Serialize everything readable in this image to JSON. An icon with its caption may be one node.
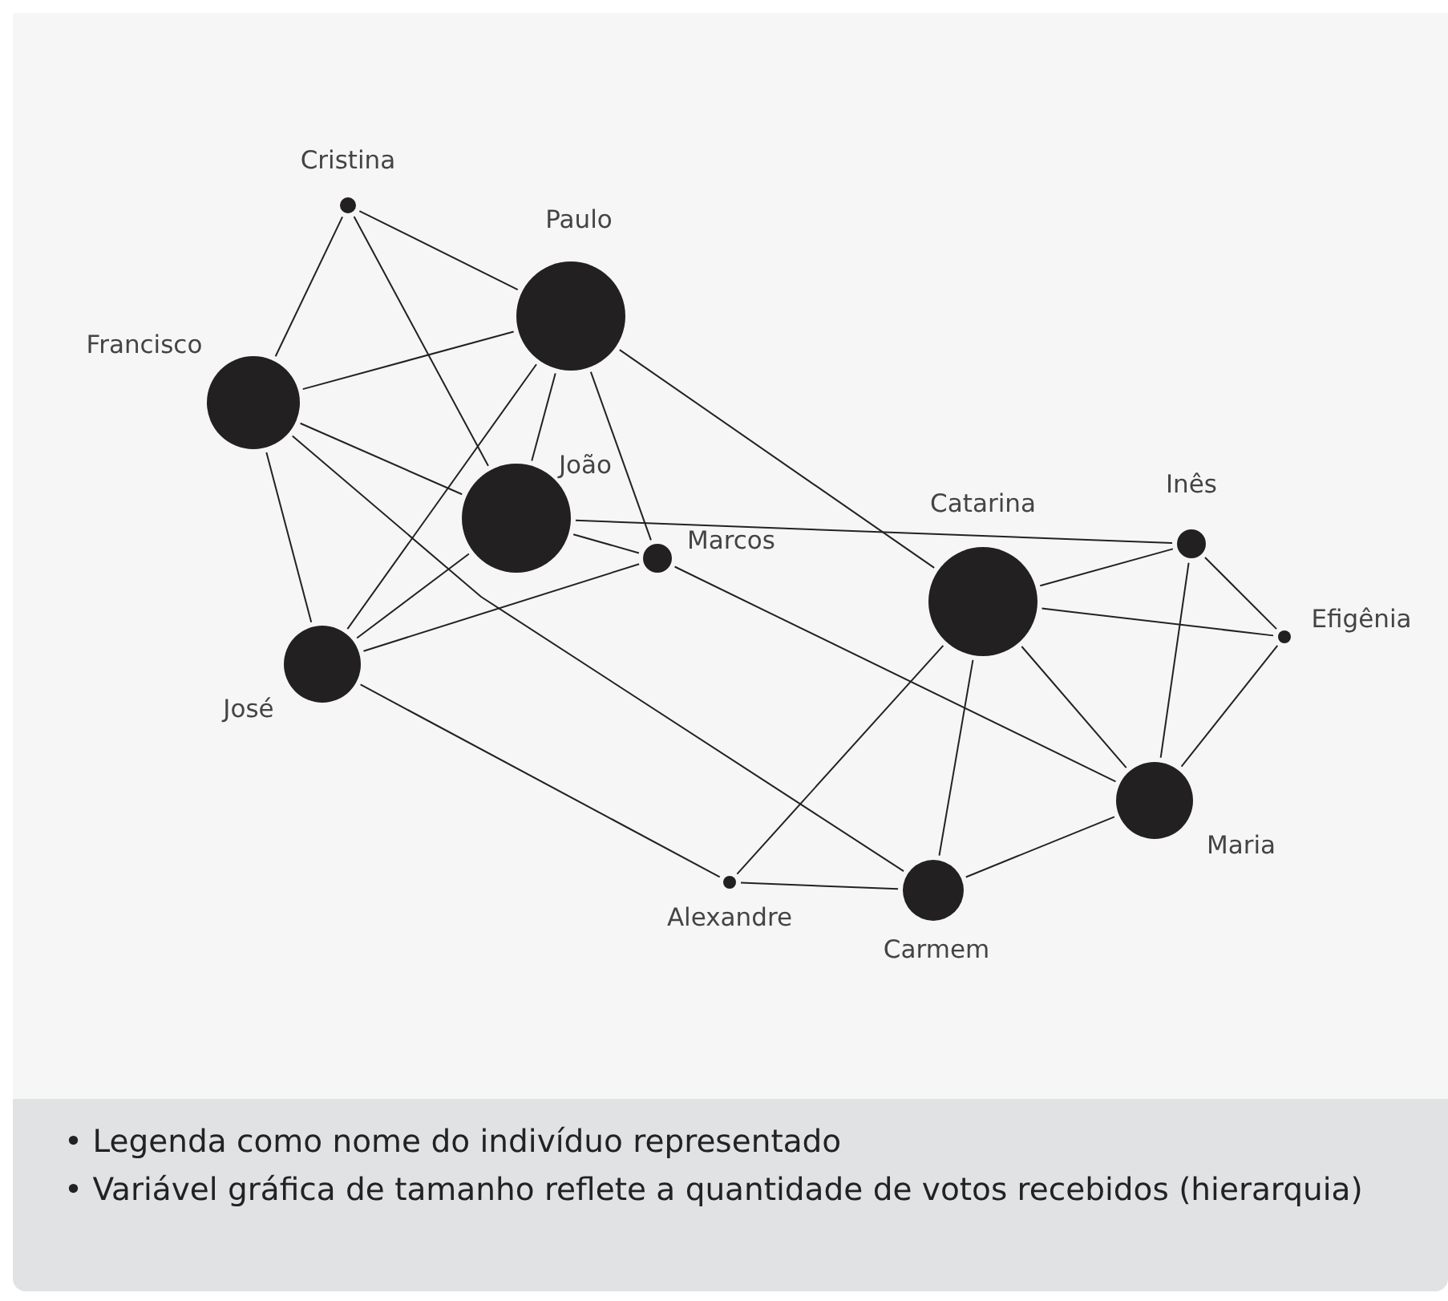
{
  "diagram": {
    "nodes": [
      {
        "text": [
          "Cristina"
        ]
      },
      {
        "text": [
          "Paulo"
        ]
      },
      {
        "text": [
          "Francisco"
        ]
      },
      {
        "text": [
          "João"
        ]
      },
      {
        "text": [
          "Marcos"
        ]
      },
      {
        "text": [
          "José"
        ]
      },
      {
        "text": [
          "Catarina"
        ]
      },
      {
        "text": [
          "Inês"
        ]
      },
      {
        "text": [
          "Efigênia"
        ]
      },
      {
        "text": [
          "Maria"
        ]
      },
      {
        "text": [
          "Alexandre"
        ]
      },
      {
        "text": [
          "Carmem"
        ]
      }
    ],
    "edges": [
      {
        "from": 0,
        "to": 2,
        "arrow": "none"
      },
      {
        "from": 0,
        "to": 3,
        "arrow": "none"
      },
      {
        "from": 0,
        "to": 1,
        "arrow": "none"
      },
      {
        "from": 1,
        "to": 2,
        "arrow": "none"
      },
      {
        "from": 1,
        "to": 3,
        "arrow": "none"
      },
      {
        "from": 1,
        "to": 5,
        "arrow": "none"
      },
      {
        "from": 1,
        "to": 4,
        "arrow": "none"
      },
      {
        "from": 1,
        "to": 6,
        "arrow": "none"
      },
      {
        "from": 2,
        "to": 3,
        "arrow": "none"
      },
      {
        "from": 2,
        "to": 5,
        "arrow": "none"
      },
      {
        "from": 2,
        "to": 11,
        "arrow": "none"
      },
      {
        "from": 3,
        "to": 7,
        "arrow": "none"
      },
      {
        "from": 3,
        "to": 4,
        "arrow": "none"
      },
      {
        "from": 3,
        "to": 5,
        "arrow": "none"
      },
      {
        "from": 4,
        "to": 5,
        "arrow": "none"
      },
      {
        "from": 4,
        "to": 9,
        "arrow": "none"
      },
      {
        "from": 5,
        "to": 10,
        "arrow": "none"
      },
      {
        "from": 6,
        "to": 7,
        "arrow": "none"
      },
      {
        "from": 6,
        "to": 8,
        "arrow": "none"
      },
      {
        "from": 6,
        "to": 9,
        "arrow": "none"
      },
      {
        "from": 6,
        "to": 11,
        "arrow": "none"
      },
      {
        "from": 6,
        "to": 10,
        "arrow": "none"
      },
      {
        "from": 7,
        "to": 8,
        "arrow": "none"
      },
      {
        "from": 7,
        "to": 9,
        "arrow": "none"
      },
      {
        "from": 8,
        "to": 9,
        "arrow": "none"
      },
      {
        "from": 9,
        "to": 11,
        "arrow": "none"
      },
      {
        "from": 10,
        "to": 11,
        "arrow": "none"
      }
    ],
    "labels": [
      "• Legenda como nome do indivíduo representado",
      "• Variável gráfica de tamanho reflete a quantidade de votos recebidos (hierarquia)"
    ]
  }
}
